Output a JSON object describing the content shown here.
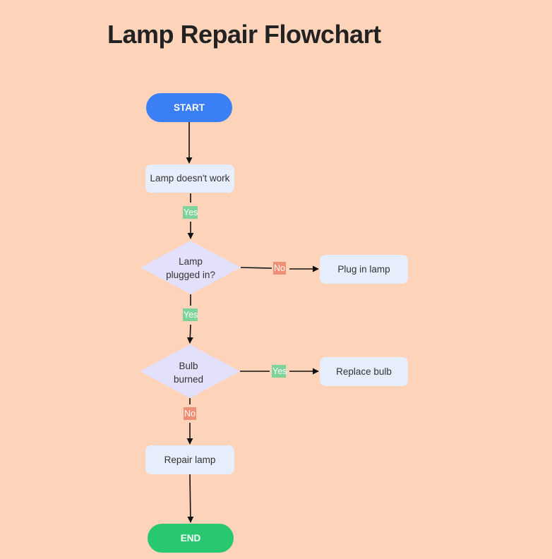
{
  "title": "Lamp Repair Flowchart",
  "nodes": {
    "start": "START",
    "lamp_doesnt_work": "Lamp doesn't work",
    "plugged_in_line1": "Lamp",
    "plugged_in_line2": "plugged in?",
    "plug_in_lamp": "Plug in lamp",
    "bulb_burned_line1": "Bulb",
    "bulb_burned_line2": "burned",
    "replace_bulb": "Replace bulb",
    "repair_lamp": "Repair lamp",
    "end": "END"
  },
  "edge_labels": {
    "lamp_to_plugged": "Yes",
    "plugged_to_plug_in": "No",
    "plugged_to_bulb": "Yes",
    "bulb_to_replace": "Yes",
    "bulb_to_repair": "No"
  },
  "colors": {
    "background": "#fdd3b9",
    "start": "#3a7ff5",
    "end": "#27c86f",
    "process": "#e6eefc",
    "decision": "#e3e0fb",
    "yes_label": "#7ed39a",
    "no_label": "#ef8f75"
  }
}
